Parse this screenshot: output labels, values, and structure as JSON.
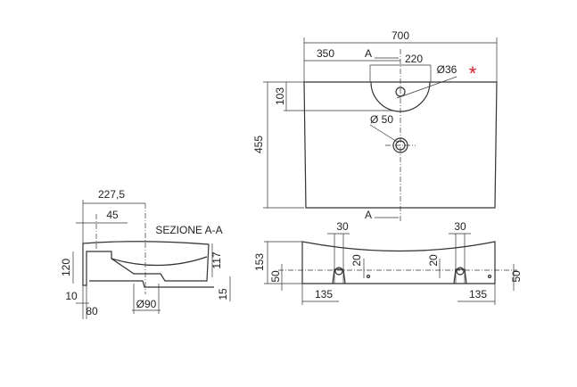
{
  "top_view": {
    "width": "700",
    "half": "350",
    "section_mark_top": "A",
    "section_mark_bottom": "A",
    "tap_zone": "220",
    "tap_hole": "Ø36",
    "depth": "455",
    "tap_offset": "103",
    "drain": "Ø 50",
    "note_mark": "*",
    "note_color": "#d0202a"
  },
  "section": {
    "title": "SEZIONE A-A",
    "depth": "227,5",
    "tap_pos": "45",
    "height": "120",
    "bowl_height": "117",
    "wall": "10",
    "base": "80",
    "drain": "Ø90",
    "foot": "15"
  },
  "front_view": {
    "height": "153",
    "left_spacing": "30",
    "right_spacing": "30",
    "left_h": "20",
    "right_h": "20",
    "left_offset": "135",
    "right_offset": "135",
    "left_fix": "50",
    "right_fix": "50"
  }
}
